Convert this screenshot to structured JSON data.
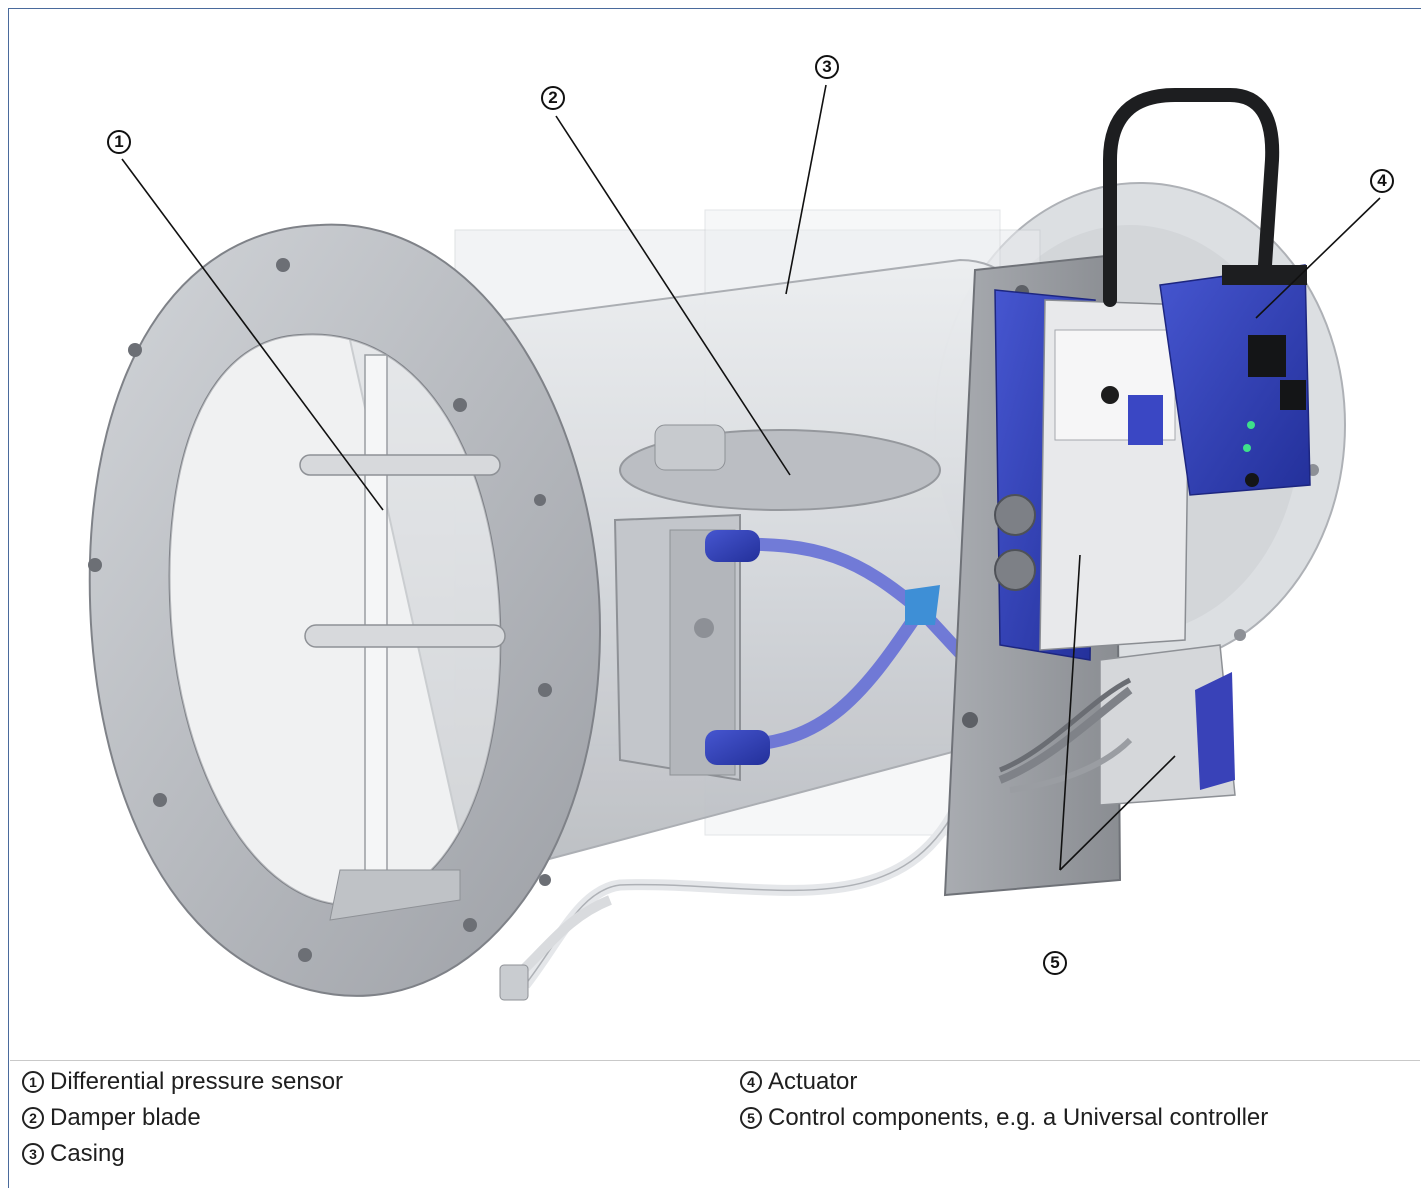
{
  "callouts": [
    {
      "number": "1",
      "label": "Differential pressure sensor"
    },
    {
      "number": "2",
      "label": "Damper blade"
    },
    {
      "number": "3",
      "label": "Casing"
    },
    {
      "number": "4",
      "label": "Actuator"
    },
    {
      "number": "5",
      "label": "Control components, e.g. a Universal controller"
    }
  ],
  "colors": {
    "frame_border": "#4a6a9c",
    "actuator_blue": "#2f3fb0",
    "casing_grey": "#c9ccd0"
  }
}
